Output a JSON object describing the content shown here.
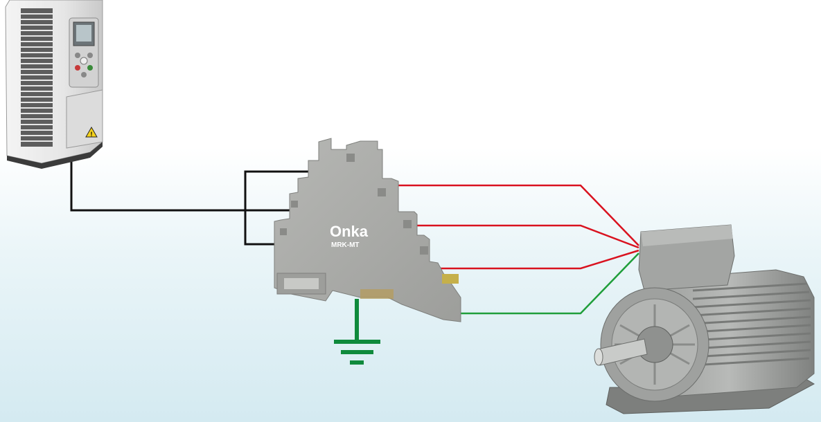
{
  "diagram": {
    "terminal_block": {
      "brand": "Onka",
      "model": "MRK-MT"
    },
    "colors": {
      "line_wire": "#d9121f",
      "ground_wire": "#1f9e3a",
      "ground_symbol": "#0f8a3c",
      "signal_wire": "#111111",
      "device_gray": "#a9aaa7",
      "background_bottom": "#d4eaf1"
    },
    "components": [
      "frequency-drive",
      "surge-protection-terminal-block",
      "electric-motor",
      "ground-symbol"
    ]
  }
}
